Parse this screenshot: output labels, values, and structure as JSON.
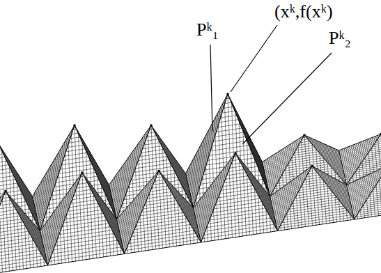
{
  "diagram": {
    "labels": [
      "Pᵏ₁",
      "(xᵏ,f(xᵏ)",
      "Pᵏ₂"
    ]
  }
}
